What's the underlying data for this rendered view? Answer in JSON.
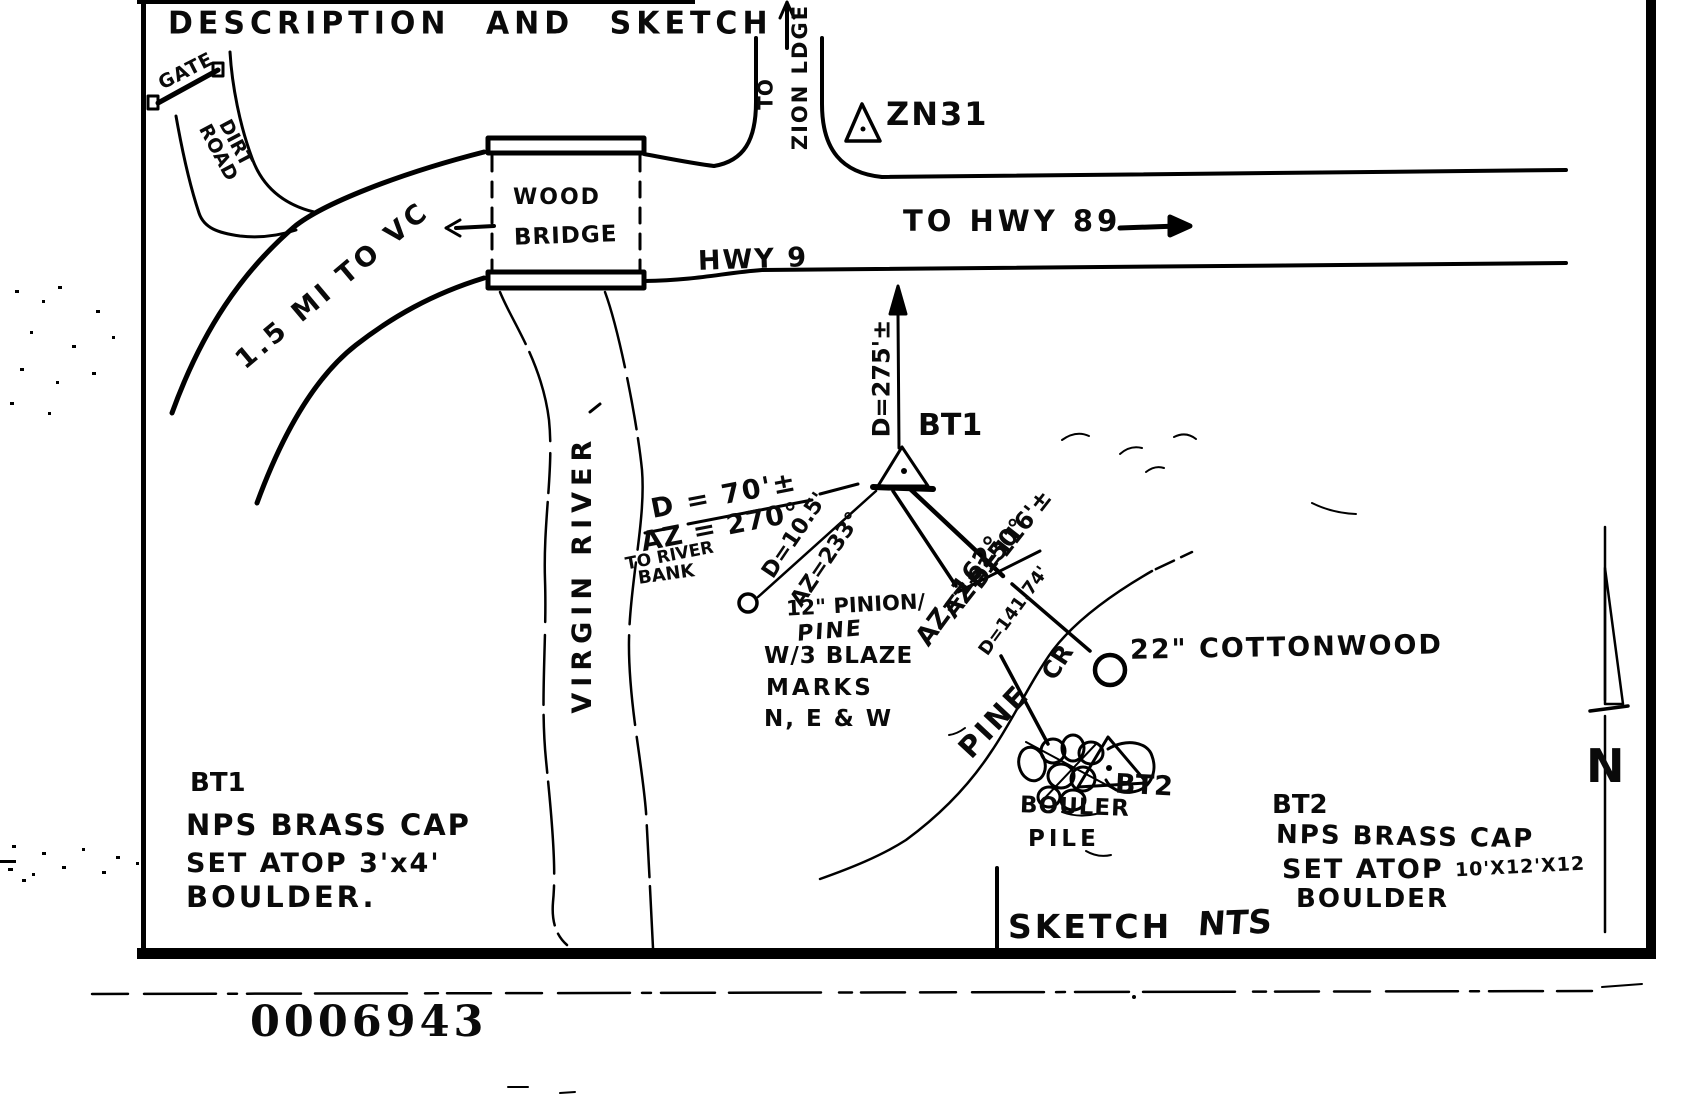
{
  "title": "DESCRIPTION AND SKETCH",
  "map": {
    "gate_label": "GATE",
    "dirt_road_line1": "DIRT",
    "dirt_road_line2": "ROAD",
    "vc_road_label": "1.5 MI TO VC",
    "bridge_line1": "WOOD",
    "bridge_line2": "BRIDGE",
    "river_label": "VIRGIN RIVER",
    "zion_to": "TO",
    "zion_ldge": "ZION LDGE",
    "zn31_label": "ZN31",
    "hwy89_label": "TO HWY 89",
    "hwy9_label": "HWY 9",
    "d275_label": "D=275'±",
    "bt1_marker_label": "BT1",
    "d70_label": "D = 70'±",
    "az270_label": "AZ = 270°",
    "to_river_label": "TO RIVER",
    "bank_label": "BANK",
    "d105_label": "D=10.5'",
    "az233_label": "AZ=233°",
    "pinion_line1": "12\" PINION/",
    "pinion_line2": "PINE",
    "pinion_line3": "W/3 BLAZE",
    "pinion_line4": "MARKS",
    "pinion_line5": "N, E & W",
    "d116_label": "D=116'±",
    "az150_label": "AZ=150°",
    "d141_label": "D=141.74'",
    "az162_label": "AZ=162°",
    "cottonwood_label": "22\" COTTONWOOD",
    "pine_cr_word1": "PINE",
    "pine_cr_word2": "CR",
    "bt2_marker_label": "BT2",
    "boulder_pile_line1": "BOULER",
    "boulder_pile_line2": "PILE"
  },
  "notes": {
    "bt1": {
      "heading": "BT1",
      "line1": "NPS BRASS CAP",
      "line2": "SET ATOP 3'x4'",
      "line3": "BOULDER."
    },
    "bt2": {
      "heading": "BT2",
      "line1": "NPS BRASS CAP",
      "line2": "SET ATOP",
      "line2b": "10'X12'X12",
      "line3": "BOULDER"
    }
  },
  "footer": {
    "sketch_label": "SKETCH",
    "nts_label": "NTS",
    "stamp": "0006943"
  },
  "north_arrow": {
    "n_label": "N"
  },
  "colors": {
    "ink": "#000000",
    "paper": "#ffffff"
  }
}
